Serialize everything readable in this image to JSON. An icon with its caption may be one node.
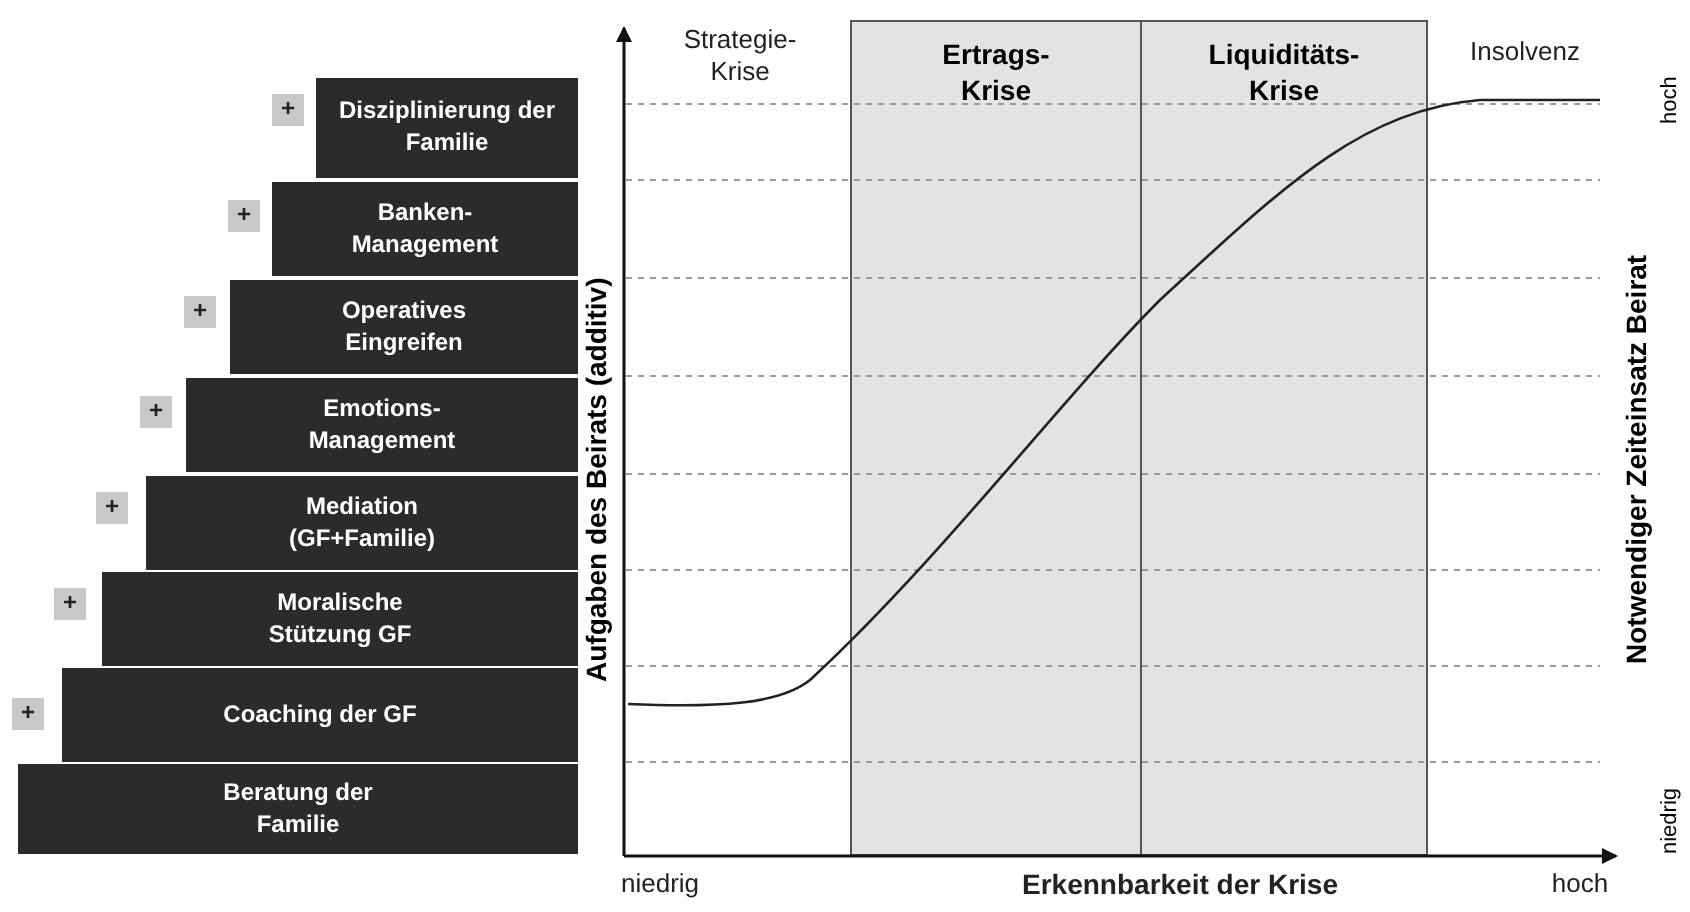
{
  "diagram": {
    "nodes": [
      {
        "text": [
          "+"
        ]
      },
      {
        "text": [
          "Disziplinierung der Familie"
        ]
      },
      {
        "text": [
          "+"
        ]
      },
      {
        "text": [
          "Banken- Management"
        ]
      },
      {
        "text": [
          "+"
        ]
      },
      {
        "text": [
          "Operatives Eingreifen"
        ]
      },
      {
        "text": [
          "+"
        ]
      },
      {
        "text": [
          "Emotions- Management"
        ]
      },
      {
        "text": [
          "+"
        ]
      },
      {
        "text": [
          "Mediation (GF+Familie)"
        ]
      },
      {
        "text": [
          "+"
        ]
      },
      {
        "text": [
          "Moralische Stützung GF"
        ]
      },
      {
        "text": [
          "+"
        ]
      },
      {
        "text": [
          "Coaching der GF"
        ]
      },
      {
        "text": [
          "Beratung der Familie"
        ]
      },
      {
        "text": [
          "Ertrags- Krise"
        ]
      },
      {
        "text": [
          "Liquiditäts- Krise"
        ]
      }
    ],
    "labels": [
      "Strategie- Krise",
      "Insolvenz",
      "Aufgaben des Beirats (additiv)",
      "Notwendiger Zeiteinsatz Beirat",
      "hoch",
      "niedrig",
      "niedrig",
      "Erkennbarkeit der Krise",
      "hoch"
    ]
  }
}
